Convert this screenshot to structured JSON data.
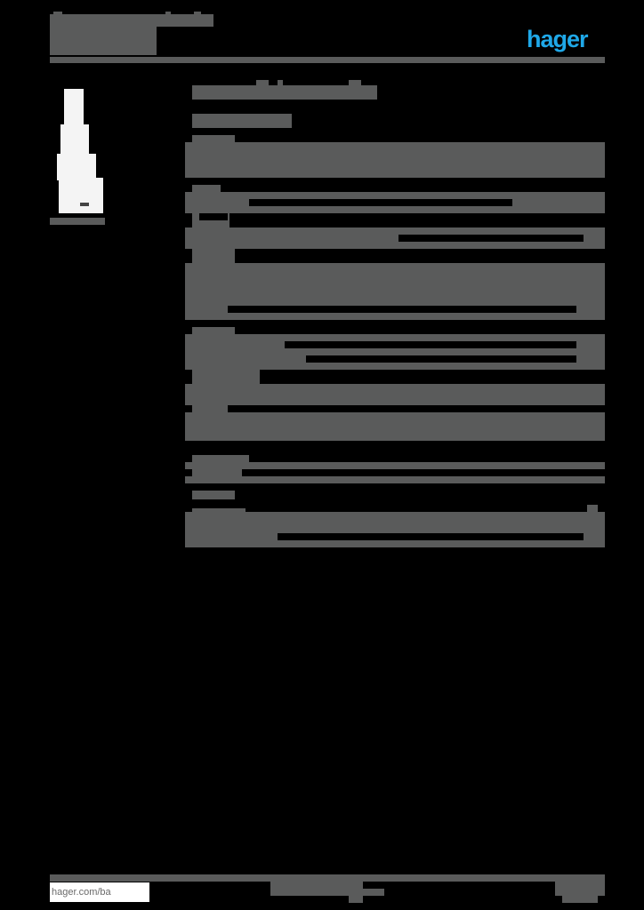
{
  "document": {
    "brand": {
      "logo_text": "hager",
      "logo_color": "#1fa8e8"
    },
    "header": {
      "title_redacted": true,
      "subtitle_redacted": true
    },
    "product_image": {
      "alt": "product-photo",
      "caption_redacted": true
    },
    "sections": [
      {
        "id": "title",
        "redacted": true
      },
      {
        "id": "subtitle",
        "redacted": true
      },
      {
        "id": "section-1",
        "redacted": true
      },
      {
        "id": "section-2",
        "redacted": true
      },
      {
        "id": "section-3",
        "redacted": true
      },
      {
        "id": "section-4",
        "redacted": true
      },
      {
        "id": "section-5",
        "redacted": true
      },
      {
        "id": "section-6",
        "redacted": true
      }
    ],
    "footer": {
      "url": "hager.com/ba",
      "page_info_redacted": true
    },
    "colors": {
      "background": "#000000",
      "redaction_gray": "#5a5b5b",
      "accent": "#1fa8e8"
    }
  }
}
